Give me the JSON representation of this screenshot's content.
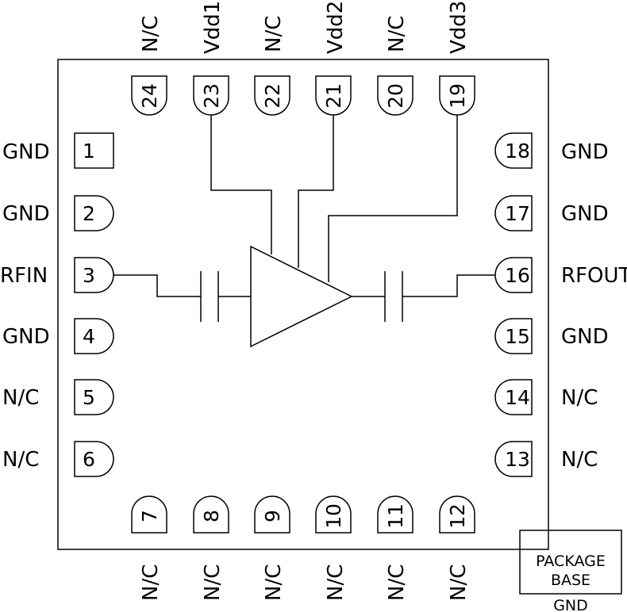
{
  "pins": {
    "p1": {
      "num": "1",
      "name": "GND"
    },
    "p2": {
      "num": "2",
      "name": "GND"
    },
    "p3": {
      "num": "3",
      "name": "RFIN"
    },
    "p4": {
      "num": "4",
      "name": "GND"
    },
    "p5": {
      "num": "5",
      "name": "N/C"
    },
    "p6": {
      "num": "6",
      "name": "N/C"
    },
    "p7": {
      "num": "7",
      "name": "N/C"
    },
    "p8": {
      "num": "8",
      "name": "N/C"
    },
    "p9": {
      "num": "9",
      "name": "N/C"
    },
    "p10": {
      "num": "10",
      "name": "N/C"
    },
    "p11": {
      "num": "11",
      "name": "N/C"
    },
    "p12": {
      "num": "12",
      "name": "N/C"
    },
    "p13": {
      "num": "13",
      "name": "N/C"
    },
    "p14": {
      "num": "14",
      "name": "N/C"
    },
    "p15": {
      "num": "15",
      "name": "GND"
    },
    "p16": {
      "num": "16",
      "name": "RFOUT"
    },
    "p17": {
      "num": "17",
      "name": "GND"
    },
    "p18": {
      "num": "18",
      "name": "GND"
    },
    "p19": {
      "num": "19",
      "name": "Vdd3"
    },
    "p20": {
      "num": "20",
      "name": "N/C"
    },
    "p21": {
      "num": "21",
      "name": "Vdd2"
    },
    "p22": {
      "num": "22",
      "name": "N/C"
    },
    "p23": {
      "num": "23",
      "name": "Vdd1"
    },
    "p24": {
      "num": "24",
      "name": "N/C"
    }
  },
  "package_base": {
    "line1": "PACKAGE",
    "line2": "BASE",
    "connection": "GND"
  }
}
